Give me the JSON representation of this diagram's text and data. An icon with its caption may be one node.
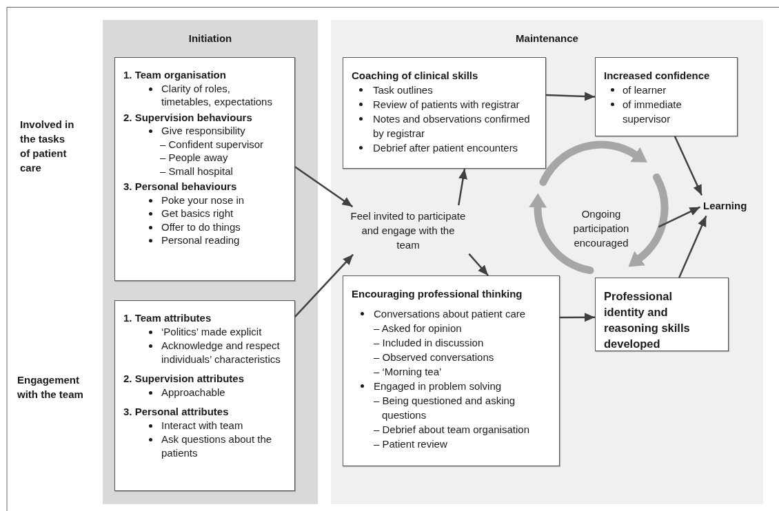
{
  "diagram": {
    "nodes": [
      {
        "text": [
          "Initiation"
        ]
      },
      {
        "text": [
          "1. Team organisation",
          "Clarity of roles, timetables, expectations",
          "2. Supervision behaviours",
          "Give responsibility",
          "– Confident supervisor",
          "– People away",
          "– Small hospital",
          "3. Personal behaviours",
          "Poke your nose in",
          "Get basics right",
          "Offer to do things",
          "Personal reading"
        ],
        "in": 0
      },
      {
        "text": [
          "1. Team attributes",
          "‘Politics’ made explicit",
          "Acknowledge and respect individuals’ characteristics",
          "2. Supervision attributes",
          "Approachable",
          "3. Personal attributes",
          "Interact with team",
          "Ask questions about the patients"
        ],
        "in": 0
      },
      {
        "text": [
          "Maintenance"
        ]
      },
      {
        "text": [
          "Coaching of clinical skills",
          "Task outlines",
          "Review of patients with registrar",
          "Notes and observations confirmed by registrar",
          "Debrief after patient encounters"
        ],
        "in": 3
      },
      {
        "text": [
          "Increased confidence",
          "of learner",
          "of immediate supervisor"
        ],
        "in": 3
      },
      {
        "text": [
          "Feel invited to participate and engage with the team"
        ],
        "in": 3
      },
      {
        "text": [
          "Ongoing participation encouraged"
        ],
        "in": 3
      },
      {
        "text": [
          "Learning"
        ],
        "in": 3
      },
      {
        "text": [
          "Encouraging professional thinking",
          "Conversations about patient care",
          "– Asked for opinion",
          "– Included in discussion",
          "– Observed conversations",
          "– ‘Morning tea’",
          "Engaged in problem solving",
          "– Being questioned and asking questions",
          "– Debrief about team organisation",
          "– Patient review"
        ],
        "in": 3
      },
      {
        "text": [
          "Professional identity and reasoning skills developed"
        ],
        "in": 3
      }
    ],
    "edges": [
      {
        "from": 1,
        "to": 6,
        "arrow": "to"
      },
      {
        "from": 2,
        "to": 6,
        "arrow": "to"
      },
      {
        "from": 6,
        "to": 4,
        "arrow": "to"
      },
      {
        "from": 6,
        "to": 9,
        "arrow": "to"
      },
      {
        "from": 4,
        "to": 5,
        "arrow": "to"
      },
      {
        "from": 9,
        "to": 10,
        "arrow": "to"
      },
      {
        "from": 5,
        "to": 8,
        "arrow": "to"
      },
      {
        "from": 7,
        "to": 8,
        "arrow": "to"
      },
      {
        "from": 10,
        "to": 8,
        "arrow": "to"
      }
    ],
    "labels": [
      "Involved in the tasks of patient care",
      "Engagement with the team"
    ]
  }
}
